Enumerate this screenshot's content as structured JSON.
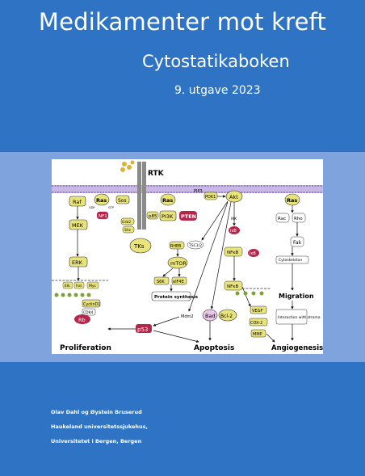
{
  "cover": {
    "title": "Medikamenter mot kreft",
    "subtitle": "Cytostatikaboken",
    "edition": "9. utgave 2023",
    "authors": "Olav Dahl og Øystein Bruserud",
    "institution_line1": "Haukeland universitetssjukehus,",
    "institution_line2": "Universitetet i Bergen, Bergen"
  },
  "figure": {
    "rtk": "RTK",
    "pip3": "PIP3",
    "pdk1": "PDK1",
    "akt": "Akt",
    "ras1": "Ras",
    "ras2": "Ras",
    "ras3": "Ras",
    "raf": "Raf",
    "sos": "Sos",
    "nf1": "NF1",
    "mek": "MEK",
    "erk": "ERK",
    "grb2": "Grb2",
    "shc": "Shc",
    "p85": "p85",
    "pi3k": "PI3K",
    "pten": "PTEN",
    "tks": "TKs",
    "rheb": "RHEB",
    "tsc": "TSC1/2",
    "mtor": "mTOR",
    "s6k": "S6K",
    "eif4e": "eIF4E",
    "protein_synthesis": "Protein synthesis",
    "ikk": "IKK",
    "ikb": "IκB",
    "ikb2": "IκB",
    "nfkb": "NFκB",
    "nfkb2": "NFκB",
    "bad": "Bad",
    "bcl2": "Bcl-2",
    "mdm2": "Mdm2",
    "p53": "p53",
    "vegf": "VEGF",
    "cox2": "COX-2",
    "mmp": "MMP",
    "rac": "Rac",
    "rho": "Rho",
    "fak": "Fak",
    "cytoskeleton": "Cytoskeleton",
    "migration": "Migration",
    "interaction": "Interaction with stroma",
    "elk": "Elk",
    "fos": "Fos",
    "myc": "Myc",
    "cyclind1": "CyclinD1",
    "cdk4": "CDK4",
    "rb": "Rb",
    "proliferation": "Proliferation",
    "apoptosis": "Apoptosis",
    "angiogenesis": "Angiogenesis",
    "gtp": "GTP",
    "gdp": "GDP"
  },
  "colors": {
    "background": "#2f74c4",
    "band": "#7ea3dd",
    "node_yellow": "#e8e37a",
    "node_red": "#b5264a",
    "membrane": "#9a7fc6"
  }
}
